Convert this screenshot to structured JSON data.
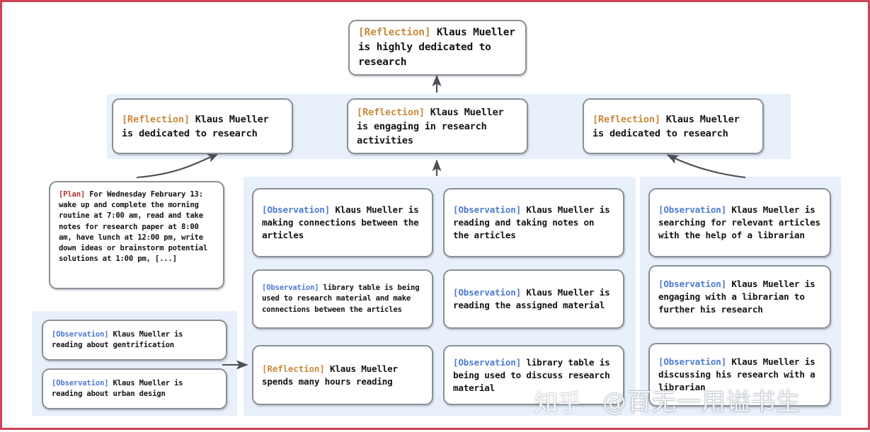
{
  "diagram": {
    "title": "Reflection tree for Klaus Mueller",
    "border_color": "#cf4257",
    "panel_color": "#e8f0fb",
    "node_border_color": "#8a8f96",
    "tag_colors": {
      "reflection": "#c98a3e",
      "observation": "#4e7bd0",
      "plan": "#b0382f"
    }
  },
  "root": {
    "tag": "[Reflection]",
    "text": " Klaus Mueller is highly dedicated to research"
  },
  "reflections": [
    {
      "tag": "[Reflection]",
      "text": " Klaus Mueller is dedicated to research"
    },
    {
      "tag": "[Reflection]",
      "text": " Klaus Mueller is engaging in research activities"
    },
    {
      "tag": "[Reflection]",
      "text": " Klaus Mueller is dedicated to research"
    }
  ],
  "plan": {
    "tag": "[Plan]",
    "text": " For Wednesday February 13: wake up and complete the morning routine at 7:00 am, read and take notes for research paper at 8:00 am, have lunch at 12:00 pm, write down ideas or brainstorm potential solutions at 1:00 pm, [...]"
  },
  "left_observations": [
    {
      "tag": "[Observation]",
      "text": " Klaus Mueller is reading about gentrification"
    },
    {
      "tag": "[Observation]",
      "text": " Klaus Mueller is reading about urban design"
    }
  ],
  "column_a": [
    {
      "tag": "[Observation]",
      "text": " Klaus Mueller is making connections between the articles"
    },
    {
      "tag": "[Observation]",
      "text": " library table is being used to research material and make connections between the articles"
    },
    {
      "tag": "[Reflection]",
      "text": " Klaus Mueller spends many hours reading"
    }
  ],
  "column_b": [
    {
      "tag": "[Observation]",
      "text": " Klaus Mueller is reading and taking notes on the articles"
    },
    {
      "tag": "[Observation]",
      "text": " Klaus Mueller is reading the assigned material"
    },
    {
      "tag": "[Observation]",
      "text": " library table is being used to discuss research material"
    }
  ],
  "column_c": [
    {
      "tag": "[Observation]",
      "text": " Klaus Mueller is searching for relevant articles with the help of a librarian"
    },
    {
      "tag": "[Observation]",
      "text": " Klaus Mueller is engaging with a librarian to further his research"
    },
    {
      "tag": "[Observation]",
      "text": " Klaus Mueller is discussing his research with a librarian"
    }
  ],
  "watermark": {
    "logo": "知乎",
    "handle": "@百无一用谥书生"
  }
}
